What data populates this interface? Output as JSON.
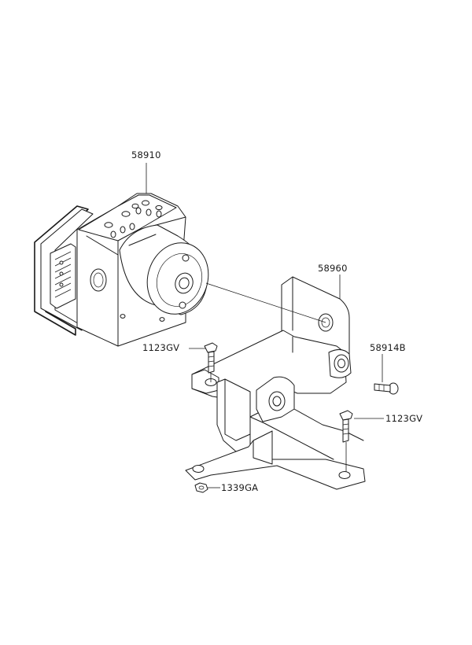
{
  "parts": {
    "abs_unit": "58910",
    "bracket": "58960",
    "bolt_side": "58914B",
    "bolt_left": "1123GV",
    "bolt_right": "1123GV",
    "nut": "1339GA"
  }
}
